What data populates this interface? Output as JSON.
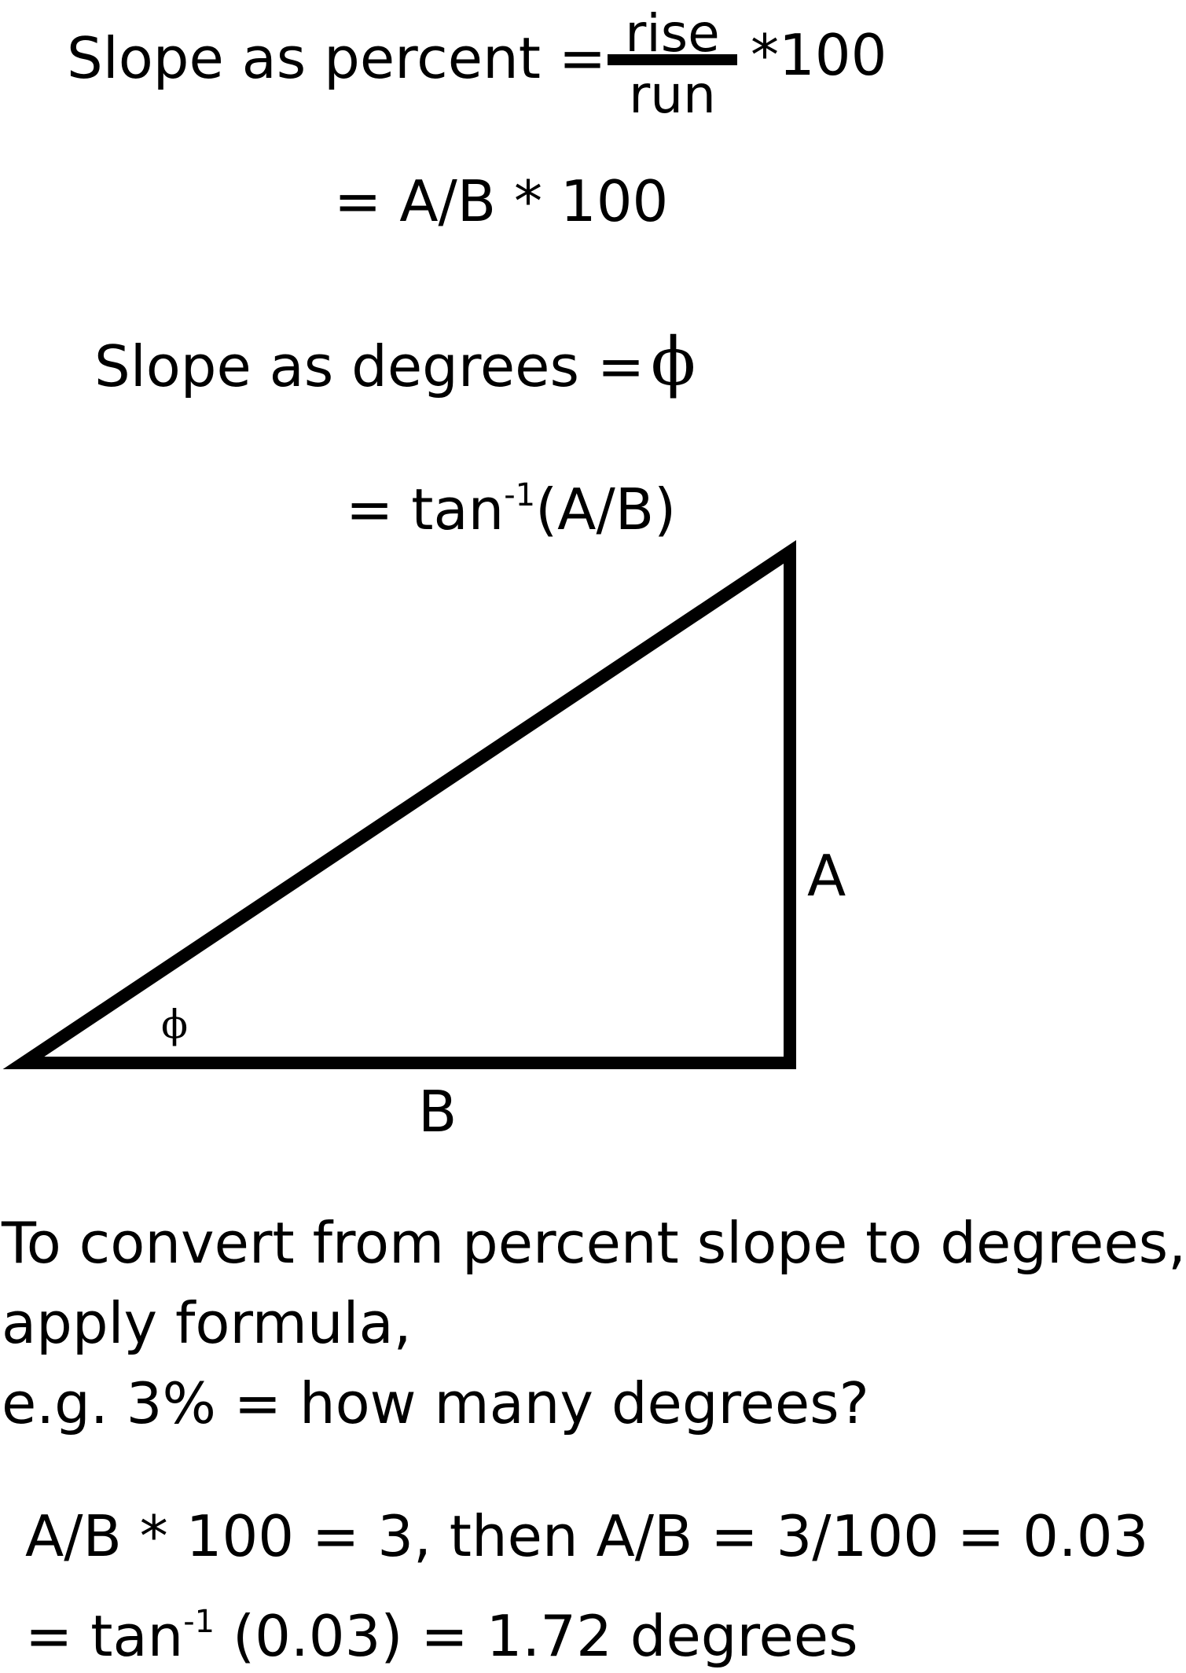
{
  "percent": {
    "label": "Slope as percent =",
    "numerator": "rise",
    "denominator": "run",
    "multiplier": "*100",
    "expression": "= A/B * 100"
  },
  "degrees": {
    "label": "Slope as degrees =",
    "symbol": "ϕ",
    "expr_prefix": "= tan",
    "expr_sup": "-1",
    "expr_suffix": "(A/B)"
  },
  "triangle": {
    "side_vertical": "A",
    "side_horizontal": "B",
    "angle_symbol": "ϕ"
  },
  "explanation": {
    "line1": "To convert from percent slope to degrees,",
    "line2": "apply formula,",
    "line3": "e.g. 3% = how many degrees?"
  },
  "worked": {
    "line1": "A/B * 100 = 3, then A/B = 3/100 = 0.03",
    "line2_prefix": "= tan",
    "line2_sup": "-1",
    "line2_suffix": " (0.03) = 1.72 degrees"
  }
}
